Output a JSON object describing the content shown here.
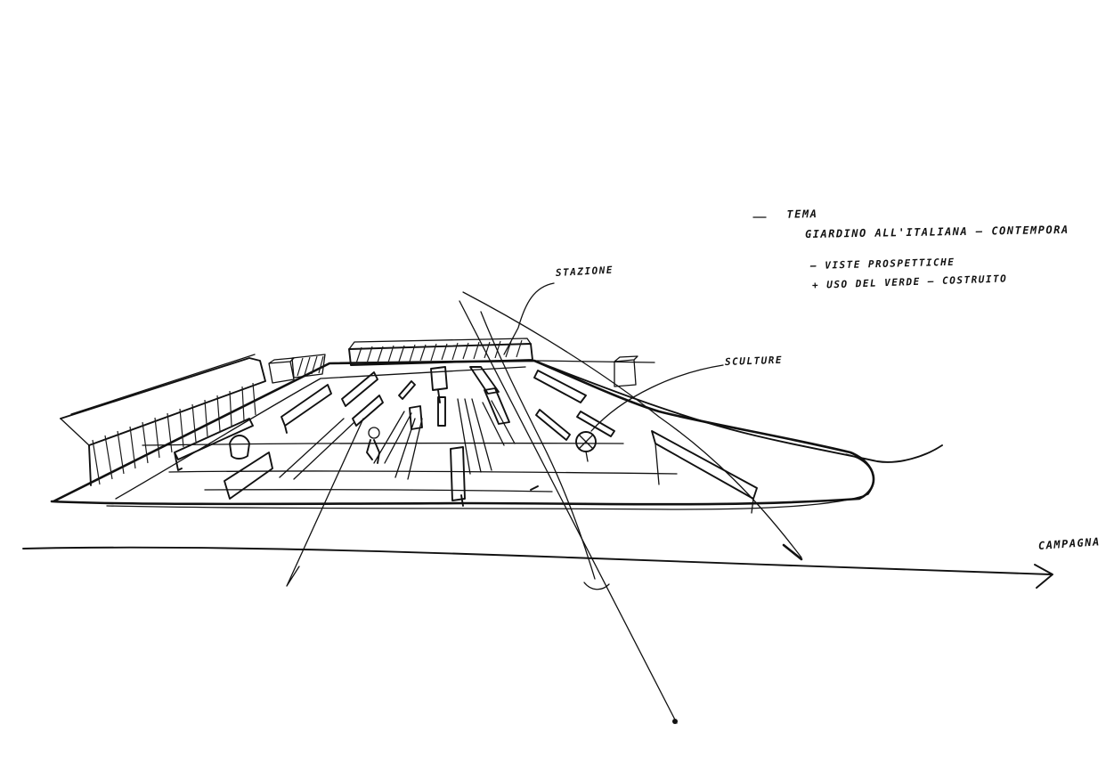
{
  "sketch": {
    "notes": {
      "tema": "TEMA",
      "giardino": "GIARDINO ALL'ITALIANA",
      "contemporaneo": "CONTEMPORA",
      "viste": "VISTE PROSPETTICHE",
      "uso_verde": "USO DEL VERDE",
      "costruito": "COSTRUITO"
    },
    "labels": {
      "stazione": "STAZIONE",
      "sculture": "SCULTURE",
      "campagna": "CAMPAGNA"
    },
    "colors": {
      "ink": "#111111",
      "paper": "#ffffff"
    }
  }
}
